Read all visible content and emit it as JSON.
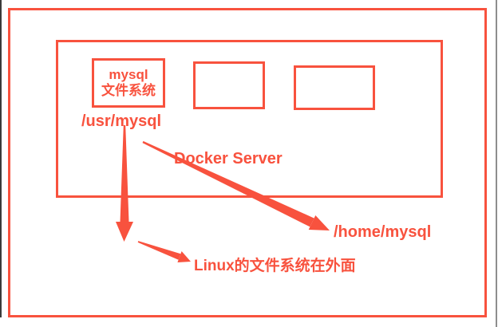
{
  "colors": {
    "accent_red": "#f8523e",
    "edge_left": "#3a3a3a",
    "edge_right": "#8d8d8d",
    "background": "#ffffff"
  },
  "diagram": {
    "docker_server_label": "Docker Server",
    "mysql_box": {
      "line1": "mysql",
      "line2": "文件系统"
    },
    "empty_container_boxes": 2,
    "path_labels": {
      "usr": "/usr/mysql",
      "home": "/home/mysql"
    },
    "note": "Linux的文件系统在外面",
    "arrows": [
      {
        "name": "arrow-down-out-of-docker",
        "from": "/usr/mysql",
        "to": "area below Docker Server box"
      },
      {
        "name": "arrow-to-note",
        "from": "area below Docker Server box",
        "to": "Linux的文件系统在外面"
      },
      {
        "name": "arrow-to-home",
        "from": "/usr/mysql",
        "to": "/home/mysql"
      }
    ]
  }
}
